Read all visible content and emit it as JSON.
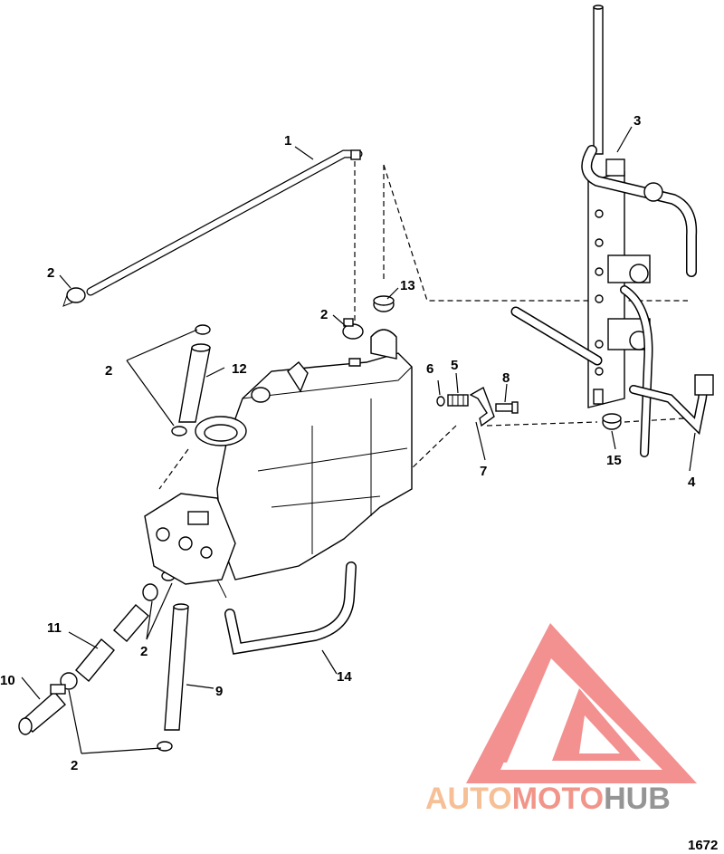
{
  "callouts": {
    "c1": "1",
    "c2a": "2",
    "c2b": "2",
    "c2c": "2",
    "c2d": "2",
    "c2e": "2",
    "c3": "3",
    "c4": "4",
    "c5": "5",
    "c6": "6",
    "c7": "7",
    "c8": "8",
    "c9": "9",
    "c10": "10",
    "c11": "11",
    "c12": "12",
    "c13": "13",
    "c14": "14",
    "c15": "15"
  },
  "figure_number": "1672",
  "watermark": {
    "auto": "AUTO",
    "moto": "MOTO",
    "hub": "HUB",
    "color_auto": "#f6b98a",
    "color_moto": "#f08a7e",
    "color_hub": "#8a8a8a",
    "logo_color": "#f06b6b"
  }
}
